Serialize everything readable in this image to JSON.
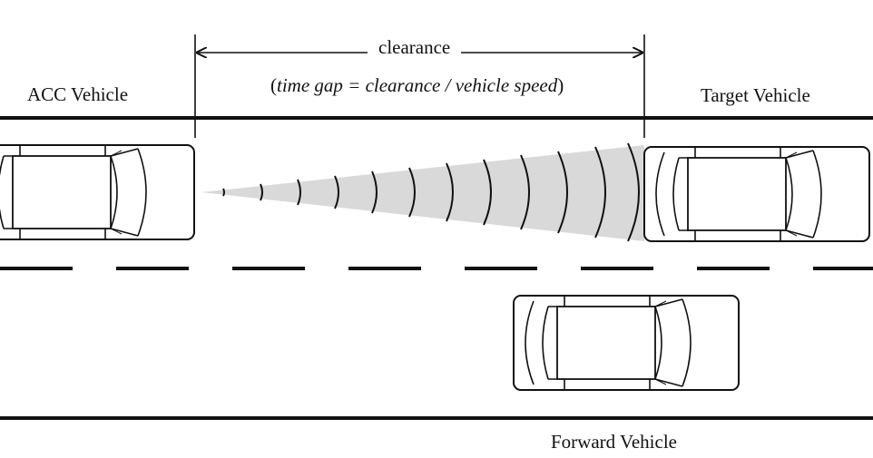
{
  "labels": {
    "acc_vehicle": "ACC Vehicle",
    "target_vehicle": "Target Vehicle",
    "forward_vehicle": "Forward Vehicle",
    "clearance": "clearance",
    "formula_open": "(",
    "formula_body": "time gap = clearance / vehicle speed",
    "formula_close": ")"
  },
  "colors": {
    "ink": "#111111",
    "radar_beam": "#d9d9d9"
  },
  "icons": {
    "vehicle": "car-top-view-icon",
    "radar": "radar-beam-icon",
    "dimension_arrows": "double-arrow-icon"
  }
}
